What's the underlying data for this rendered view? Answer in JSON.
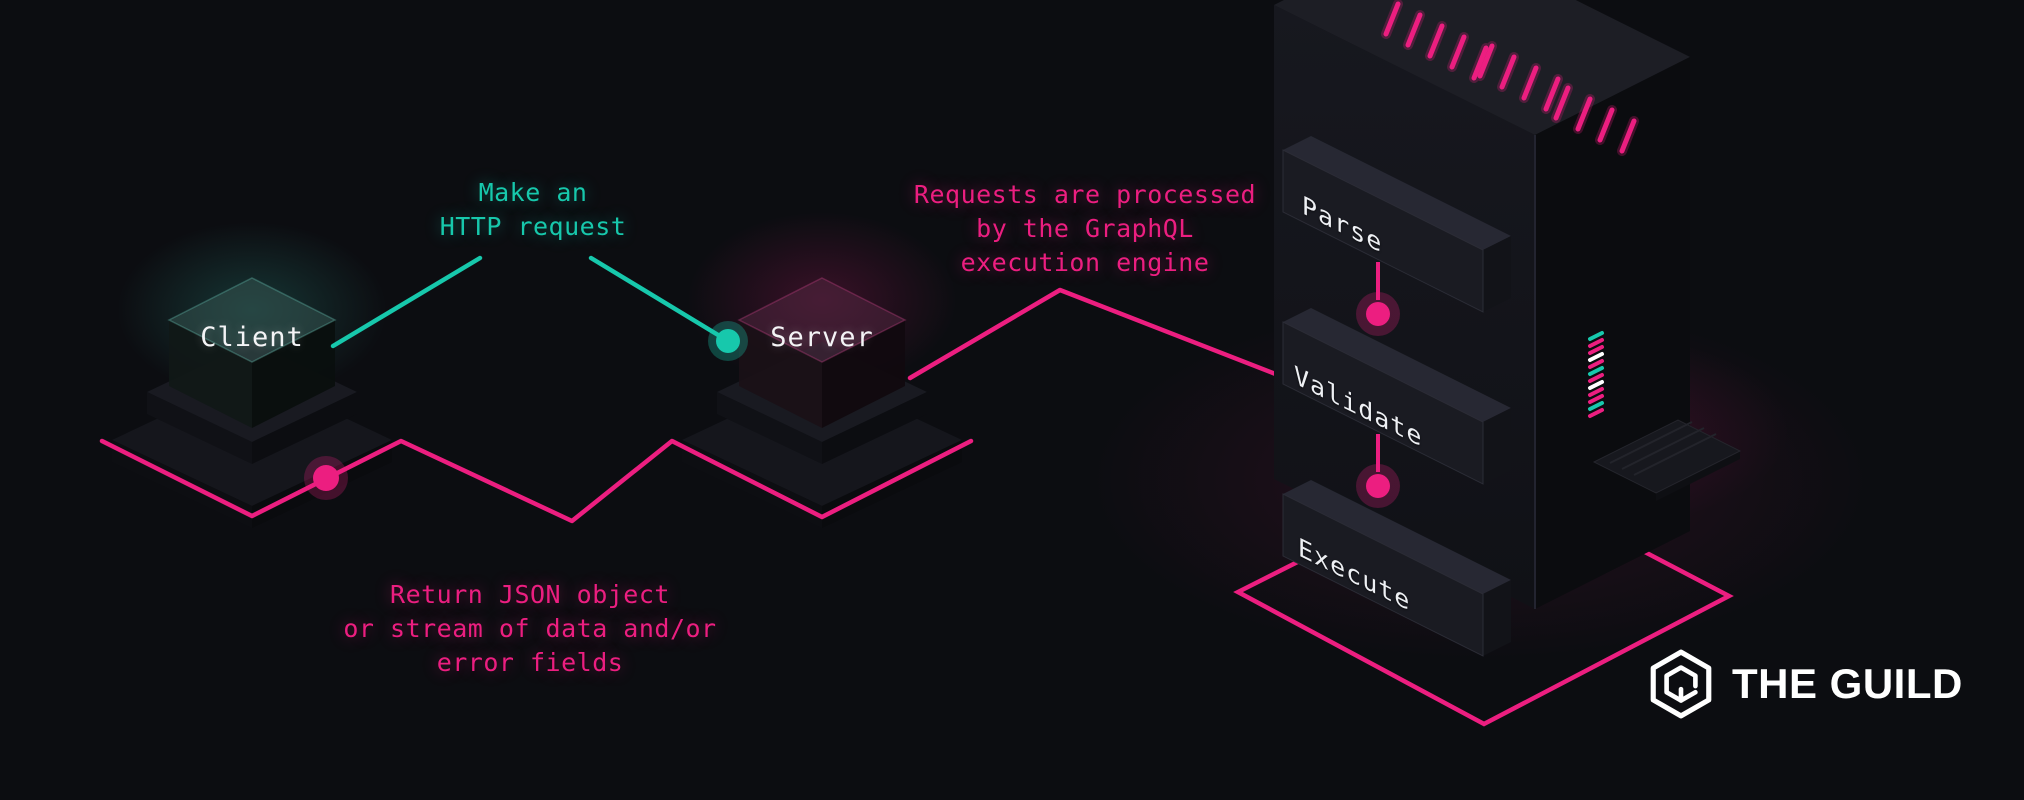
{
  "colors": {
    "background": "#0c0d11",
    "teal": "#17c8ac",
    "pink": "#ec1e80",
    "white": "#ffffff",
    "label": "#f4f4f6"
  },
  "nodes": {
    "client": {
      "label": "Client"
    },
    "server": {
      "label": "Server"
    }
  },
  "annotations": {
    "http_request": {
      "lines": [
        "Make an",
        "HTTP request"
      ]
    },
    "response": {
      "lines": [
        "Return JSON object",
        "or stream of data and/or",
        "error fields"
      ]
    },
    "engine": {
      "lines": [
        "Requests are processed",
        "by the GraphQL",
        "execution engine"
      ]
    }
  },
  "engine_steps": [
    {
      "label": "Parse"
    },
    {
      "label": "Validate"
    },
    {
      "label": "Execute"
    }
  ],
  "logo": {
    "text": "THE GUILD",
    "icon": "the-guild-hexagon-icon"
  }
}
